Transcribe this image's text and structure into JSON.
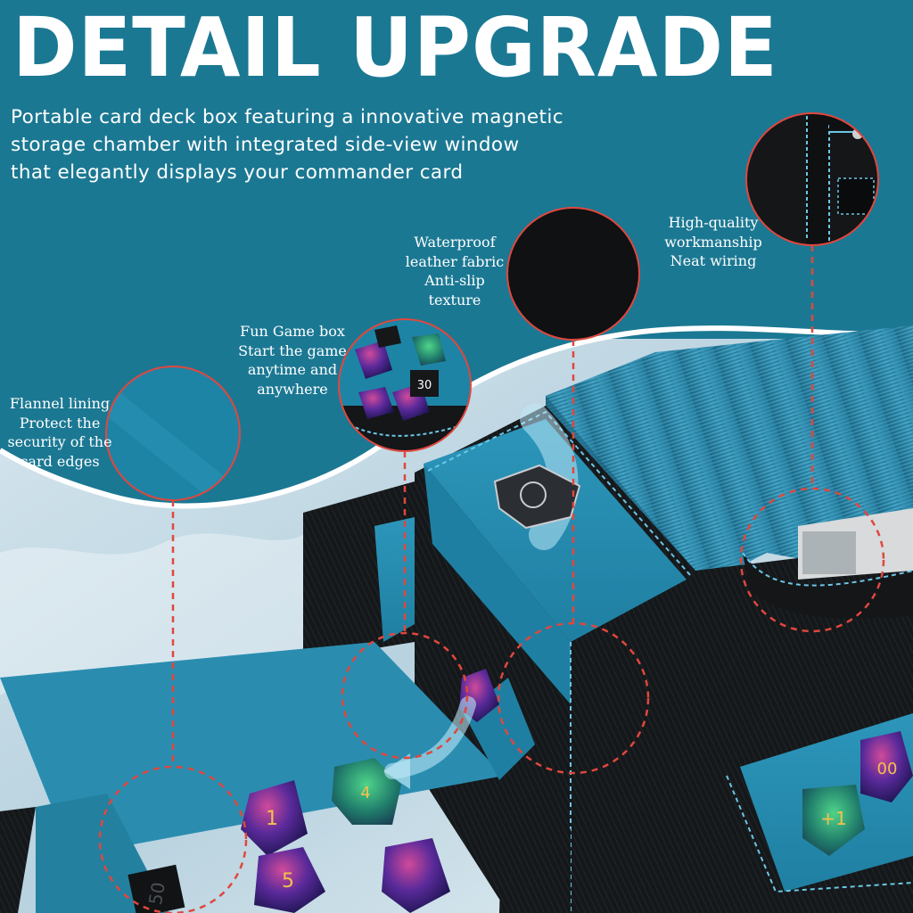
{
  "headline": "DETAIL UPGRADE",
  "intro": {
    "lines": [
      "Portable card deck box featuring a innovative magnetic",
      "storage chamber with integrated side-view window",
      "that elegantly displays your commander card"
    ]
  },
  "callouts": {
    "flannel": [
      "Flannel lining",
      "Protect the",
      "security of the",
      "card edges"
    ],
    "game": [
      "Fun Game box",
      "Start the game",
      "anytime and",
      "anywhere"
    ],
    "leather": [
      "Waterproof",
      "leather fabric",
      "Anti-slip",
      "texture"
    ],
    "workmanship": [
      "High-quality",
      "workmanship",
      "Neat wiring"
    ]
  },
  "dice": {
    "d20_label": "30",
    "d10_label": "50",
    "d6_label_a": "1",
    "d6_label_b": "5",
    "d8_label": "4",
    "d10_right": "00",
    "plus_label": "+1"
  },
  "colors": {
    "background_teal": "#1b7893",
    "leather_black": "#141618",
    "lining_blue": "#2a8db0",
    "stitch_blue": "#6cc6e6",
    "callout_red": "#e0473e"
  }
}
